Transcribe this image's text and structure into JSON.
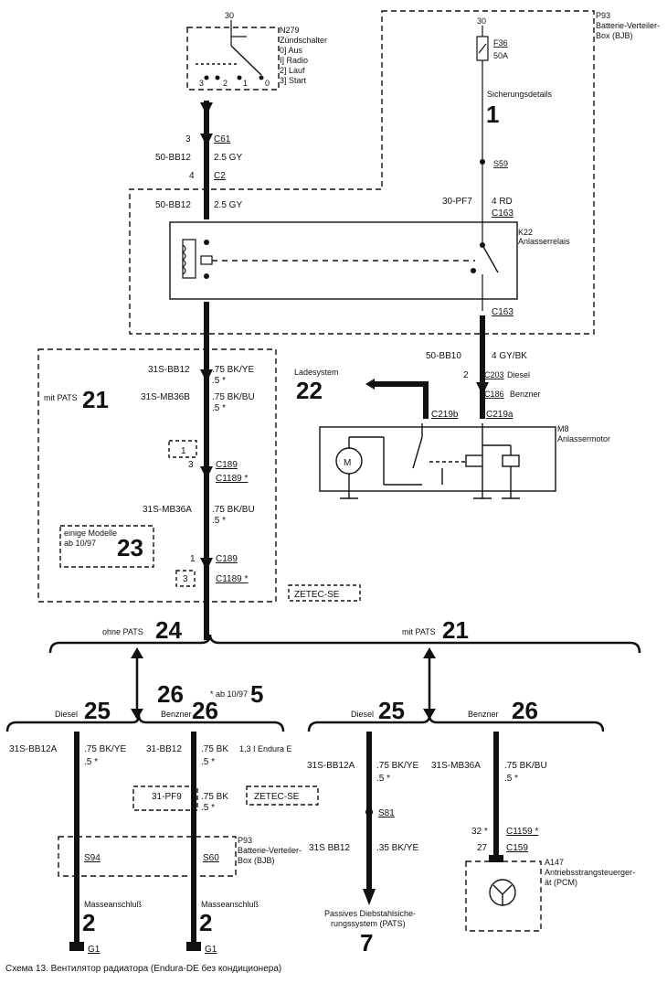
{
  "caption": "Схема 13. Вентилятор радиатора (Endura-DE без кондиционера)",
  "ignition": {
    "pin": "30",
    "code": "N279",
    "name": "Zündschalter",
    "positions": [
      "0] Aus",
      "I] Radio",
      "2] Lauf",
      "3] Start"
    ],
    "p3": "3",
    "p2": "2",
    "p1": "1",
    "p0": "0"
  },
  "bjb": {
    "pin": "30",
    "code": "P93",
    "name1": "Batterie-Verteiler-",
    "name2": "Box (BJB)",
    "fuse": "F36",
    "amp": "50A",
    "fuse_details": "Sicherungsdetails",
    "ref": "1",
    "splice": "S59"
  },
  "left_wire": {
    "c61_pin": "3",
    "c61": "C61",
    "circ": "50-BB12",
    "spec": "2.5 GY",
    "c2_pin": "4",
    "c2": "C2",
    "circ2": "50-BB12",
    "spec2": "2.5 GY"
  },
  "relay": {
    "circ": "30-PF7",
    "spec": "4 RD",
    "c_top": "C163",
    "c_bot": "C163",
    "code": "K22",
    "name": "Anlasserrelais"
  },
  "pats_box": {
    "label": "mit PATS",
    "ref": "21",
    "w1_circ": "31S-BB12",
    "w1_spec": ".75 BK/YE",
    "w1_note": ".5 *",
    "w2_circ": "31S-MB36B",
    "w2_spec": ".75 BK/BU",
    "w2_note": ".5 *",
    "pin1": "1",
    "pin3": "3",
    "c189a": "C189",
    "c1189a": "C1189 *",
    "w3_circ": "31S-MB36A",
    "w3_spec": ".75 BK/BU",
    "w3_note": ".5 *",
    "some_models1": "einige Modelle",
    "some_models2": "ab 10/97",
    "sm_ref": "23",
    "pin1b": "1",
    "pin3b": "3",
    "c189b": "C189",
    "c1189b": "C1189 *",
    "zetec": "ZETEC-SE"
  },
  "starter": {
    "circ": "50-BB10",
    "spec": "4 GY/BK",
    "pin": "2",
    "c203": "C203",
    "diesel": "Diesel",
    "c186": "C186",
    "benzin": "Benzner",
    "c219b": "C219b",
    "c219a": "C219a",
    "lade": "Ladesystem",
    "lade_ref": "22",
    "code": "M8",
    "name": "Anlassermotor",
    "motor": "M"
  },
  "branch": {
    "ohne": "ohne PATS",
    "ohne_ref": "24",
    "mit": "mit PATS",
    "mit_ref": "21",
    "ab": "* ab 10/97",
    "ab_ref": "5",
    "r26": "26"
  },
  "bottom_left": {
    "diesel": "Diesel",
    "diesel_ref": "25",
    "benzin": "Benzner",
    "benzin_ref": "26",
    "w1_circ": "31S-BB12A",
    "w1_spec": ".75 BK/YE",
    "w1_note": ".5 *",
    "w2_circ": "31-BB12",
    "w2_spec": ".75 BK",
    "w2_extra": "1,3 I Endura E",
    "w2_note": ".5 *",
    "pf_circ": "31-PF9",
    "pf_spec": ".75 BK",
    "pf_note": ".5 *",
    "zetec": "ZETEC-SE",
    "s94": "S94",
    "s60": "S60",
    "p93": "P93",
    "bjb1": "Batterie-Verteiler-",
    "bjb2": "Box (BJB)",
    "mass1": "Masseanschluß",
    "mass2": "Masseanschluß",
    "g_ref1": "2",
    "g_ref2": "2",
    "g1a": "G1",
    "g1b": "G1"
  },
  "bottom_right": {
    "diesel": "Diesel",
    "diesel_ref": "25",
    "benzin": "Benzner",
    "benzin_ref": "26",
    "w1_circ": "31S-BB12A",
    "w1_spec": ".75 BK/YE",
    "w1_note": ".5 *",
    "w2_circ": "31S-MB36A",
    "w2_spec": ".75 BK/BU",
    "w2_note": ".5 *",
    "s81": "S81",
    "w3_circ": "31S BB12",
    "w3_spec": ".35 BK/YE",
    "pats1": "Passives Diebstahlsiche-",
    "pats2": "rungssystem (PATS)",
    "pats_ref": "7",
    "pin32": "32 *",
    "c1159": "C1159 *",
    "pin27": "27",
    "c159": "C159",
    "pcm_code": "A147",
    "pcm1": "Antriebsstrangsteuerger-",
    "pcm2": "ät (PCM)"
  }
}
